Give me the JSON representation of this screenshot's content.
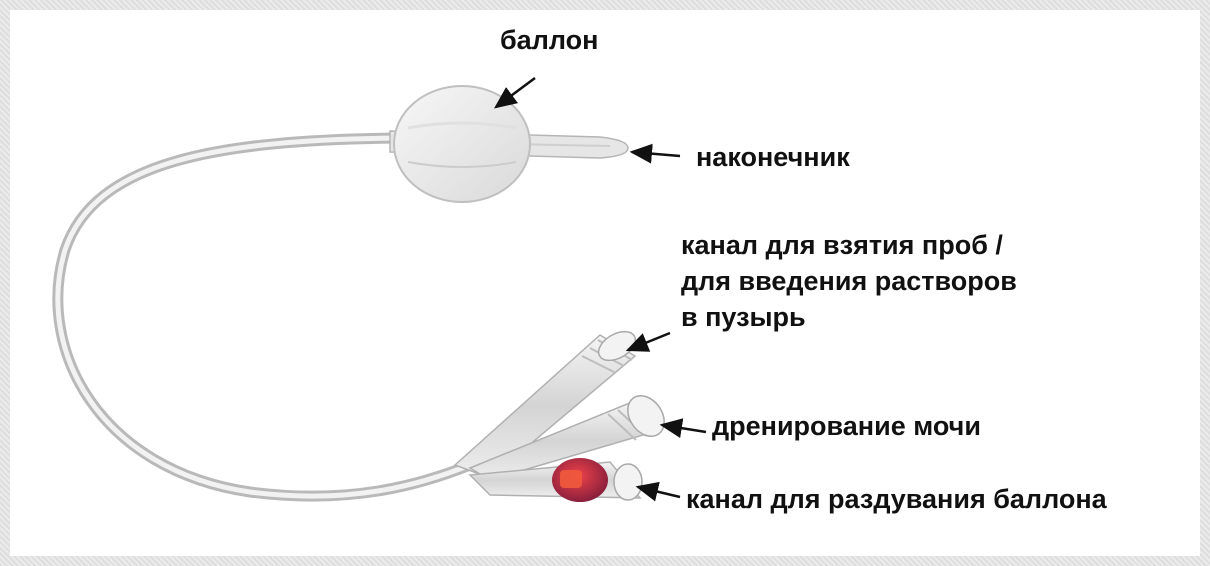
{
  "labels": {
    "balloon": "баллон",
    "tip": "наконечник",
    "sampling_channel": [
      "канал для взятия проб /",
      "для введения растворов",
      "в пузырь"
    ],
    "drainage": "дренирование мочи",
    "inflation_channel": "канал для раздувания баллона"
  },
  "colors": {
    "text": "#111111",
    "arrow": "#111111",
    "tube": "#c9c9c9",
    "valve": "#d8262e"
  }
}
